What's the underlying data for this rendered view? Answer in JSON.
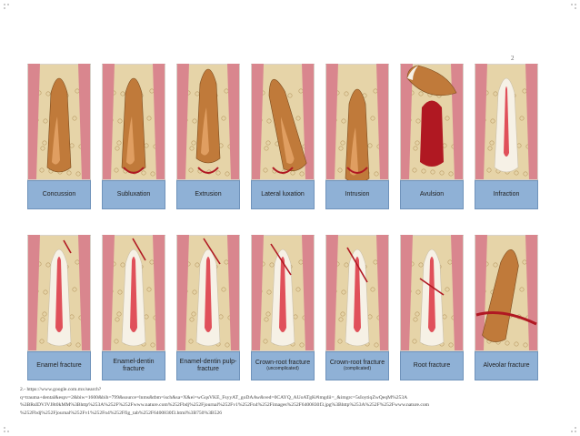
{
  "slide": {
    "number": "2",
    "source_lines": [
      "2.- https://www.google.com.mx/search?",
      "q=trauma+dental&espv=2&biw=1600&bih=799&source=lnms&tbm=isch&sa=X&ei=wGqsVKE_FsyyAT_goDAAw&ved=0CAYQ_AUoATgK#imgdii=_&imgrc=5sIoytiqZwQeqM%253A",
      "%3BRsIDVJVJ8t0kMM%3Bhttp%253A%252F%252Fwww.nature.com%252Fbdj%252Fjournal%252Fv1%252Fn4%252Fimages%252F6400830f3.jpg%3Bhttp%253A%252F%252Fwww.nature.com",
      "%252Fbdj%252Fjournal%252Fv1%252Fn4%252Ffig_tab%252F6400830f3.html%3B750%3B526"
    ]
  },
  "figure": {
    "top_row": [
      {
        "label": "Concussion",
        "sub": ""
      },
      {
        "label": "Subluxation",
        "sub": ""
      },
      {
        "label": "Extrusion",
        "sub": ""
      },
      {
        "label": "Lateral luxation",
        "sub": ""
      },
      {
        "label": "Intrusion",
        "sub": ""
      },
      {
        "label": "Avulsion",
        "sub": ""
      },
      {
        "label": "Infraction",
        "sub": ""
      }
    ],
    "bottom_row": [
      {
        "label": "Enamel fracture",
        "sub": ""
      },
      {
        "label": "Enamel-dentin fracture",
        "sub": ""
      },
      {
        "label": "Enamel-dentin pulp-fracture",
        "sub": ""
      },
      {
        "label": "Crown-root fracture",
        "sub": "(uncomplicated)"
      },
      {
        "label": "Crown-root fracture",
        "sub": "(complicated)"
      },
      {
        "label": "Root fracture",
        "sub": ""
      },
      {
        "label": "Alveolar fracture",
        "sub": ""
      }
    ]
  },
  "colors": {
    "bone": "#e6d4a8",
    "gum": "#d9868e",
    "tooth": "#c07a3a",
    "pulp": "#e0505a",
    "label_bg": "#8fb1d6",
    "blood": "#b01822"
  }
}
